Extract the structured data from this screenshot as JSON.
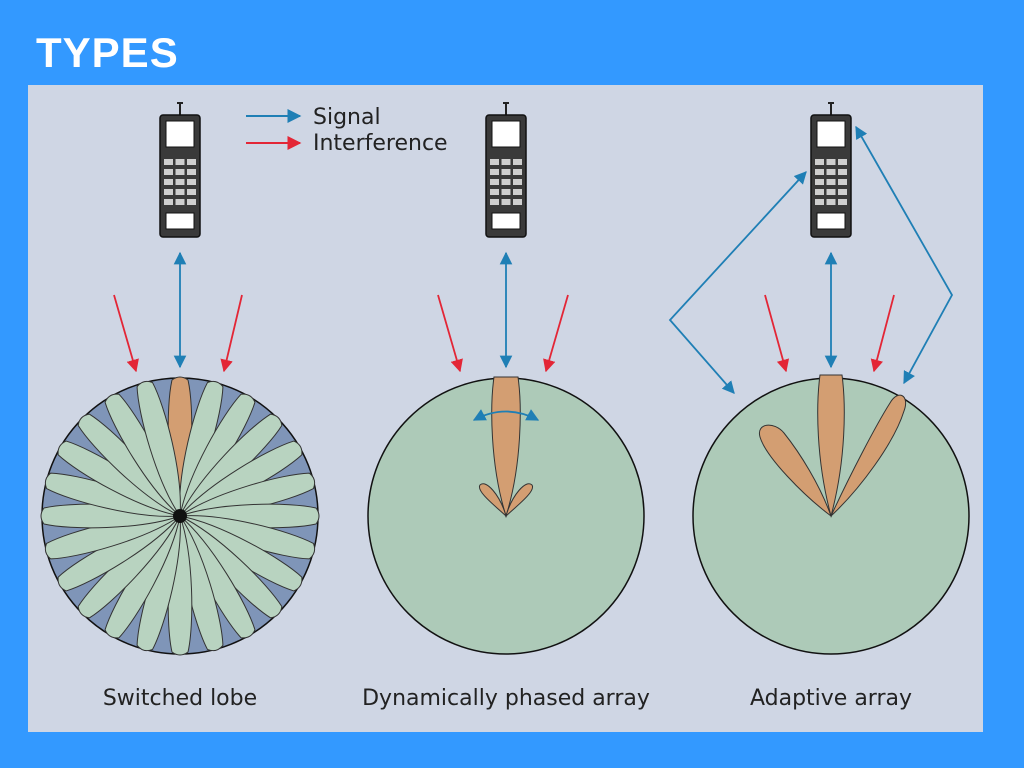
{
  "slide": {
    "title": "TYPES"
  },
  "legend": {
    "signal": {
      "label": "Signal",
      "color": "#1f7fb5"
    },
    "interference": {
      "label": "Interference",
      "color": "#e32636"
    }
  },
  "colors": {
    "coverage": "#adcab8",
    "lobe": "#d39e72",
    "lobe_light": "#b8d3c0",
    "gap": "#7f95b8"
  },
  "diagrams": [
    {
      "caption": "Switched lobe"
    },
    {
      "caption": "Dynamically phased array"
    },
    {
      "caption": "Adaptive array"
    }
  ]
}
